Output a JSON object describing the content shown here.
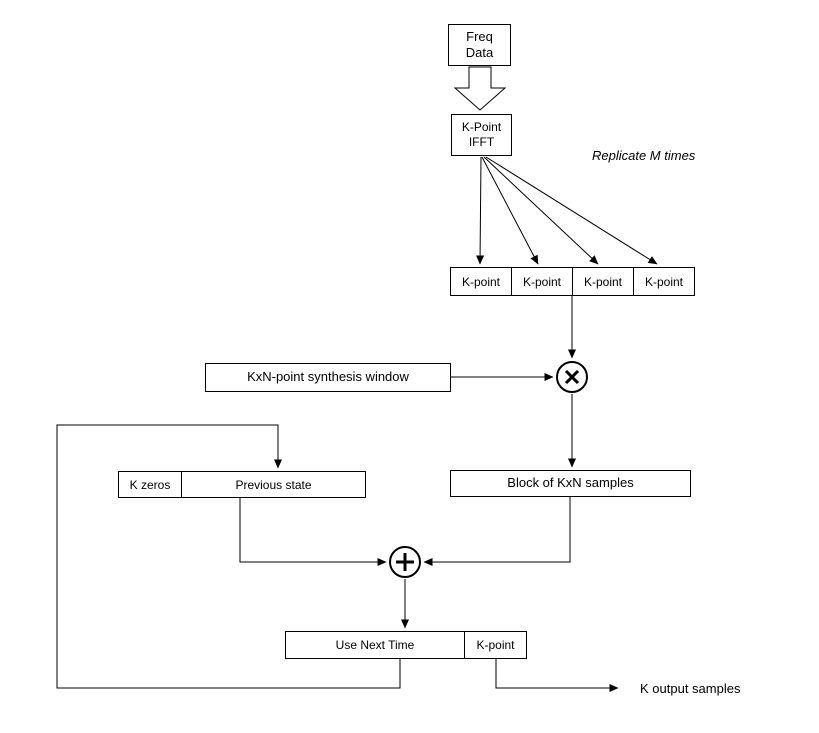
{
  "diagram": {
    "freq_data": "Freq\nData",
    "kpoint_ifft": "K-Point\nIFFT",
    "replicate_note": "Replicate M times",
    "kpoint_row": [
      "K-point",
      "K-point",
      "K-point",
      "K-point"
    ],
    "synthesis_window": "KxN-point synthesis window",
    "block_samples": "Block of KxN samples",
    "state_row": {
      "k_zeros": "K zeros",
      "previous_state": "Previous state"
    },
    "output_row": {
      "use_next_time": "Use Next Time",
      "k_point": "K-point"
    },
    "output_label": "K output samples",
    "operators": {
      "multiply": "×",
      "add": "+"
    },
    "colors": {
      "line": "#000000",
      "background": "#ffffff"
    }
  }
}
